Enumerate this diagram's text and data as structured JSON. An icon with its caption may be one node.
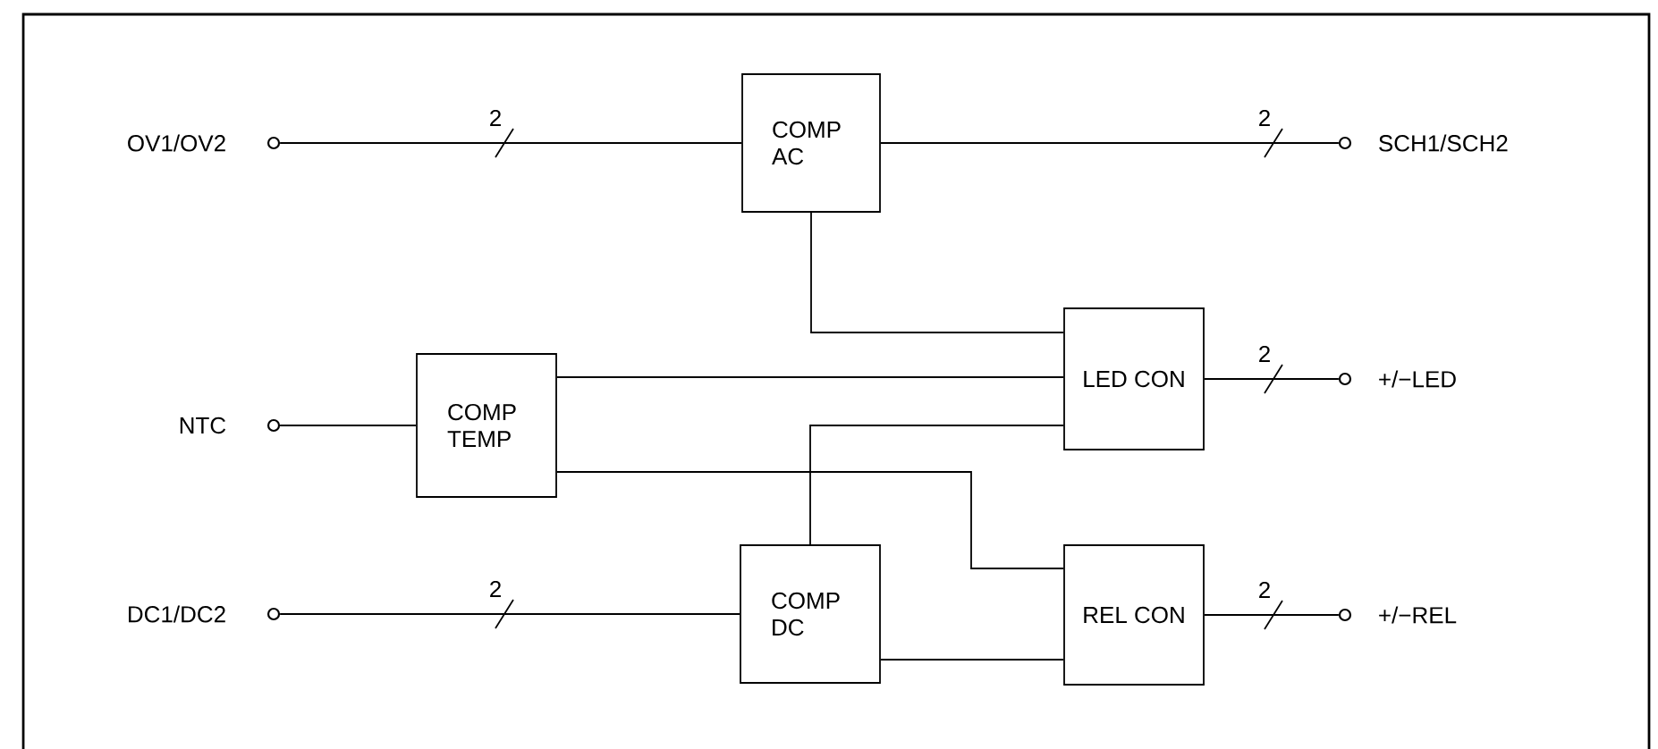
{
  "diagram": {
    "nodes": [
      {
        "text": [],
        "shape": "circle",
        "beside": [
          "OV1/OV2"
        ]
      },
      {
        "text": [
          "COMP AC"
        ]
      },
      {
        "text": [],
        "shape": "circle",
        "beside": [
          "SCH1/SCH2"
        ]
      },
      {
        "text": [],
        "shape": "circle",
        "beside": [
          "NTC"
        ]
      },
      {
        "text": [
          "COMP TEMP"
        ]
      },
      {
        "text": [
          "LED CON"
        ]
      },
      {
        "text": [],
        "shape": "circle",
        "beside": [
          "+/−LED"
        ]
      },
      {
        "text": [],
        "shape": "circle",
        "beside": [
          "DC1/DC2"
        ]
      },
      {
        "text": [
          "COMP DC"
        ]
      },
      {
        "text": [
          "REL CON"
        ]
      },
      {
        "text": [],
        "shape": "circle",
        "beside": [
          "+/−REL"
        ]
      }
    ],
    "edges": [
      {
        "from": 0,
        "to": 1,
        "arrow": "none",
        "label": "2"
      },
      {
        "from": 1,
        "to": 2,
        "arrow": "none",
        "label": "2"
      },
      {
        "from": 1,
        "to": 5,
        "arrow": "none"
      },
      {
        "from": 4,
        "to": 5,
        "arrow": "none"
      },
      {
        "from": 8,
        "to": 5,
        "arrow": "none"
      },
      {
        "from": 4,
        "to": 9,
        "arrow": "none"
      },
      {
        "from": 8,
        "to": 9,
        "arrow": "none"
      },
      {
        "from": 3,
        "to": 4,
        "arrow": "none"
      },
      {
        "from": 7,
        "to": 8,
        "arrow": "none",
        "label": "2"
      },
      {
        "from": 5,
        "to": 6,
        "arrow": "none",
        "label": "2"
      },
      {
        "from": 9,
        "to": 10,
        "arrow": "none",
        "label": "2"
      }
    ]
  }
}
